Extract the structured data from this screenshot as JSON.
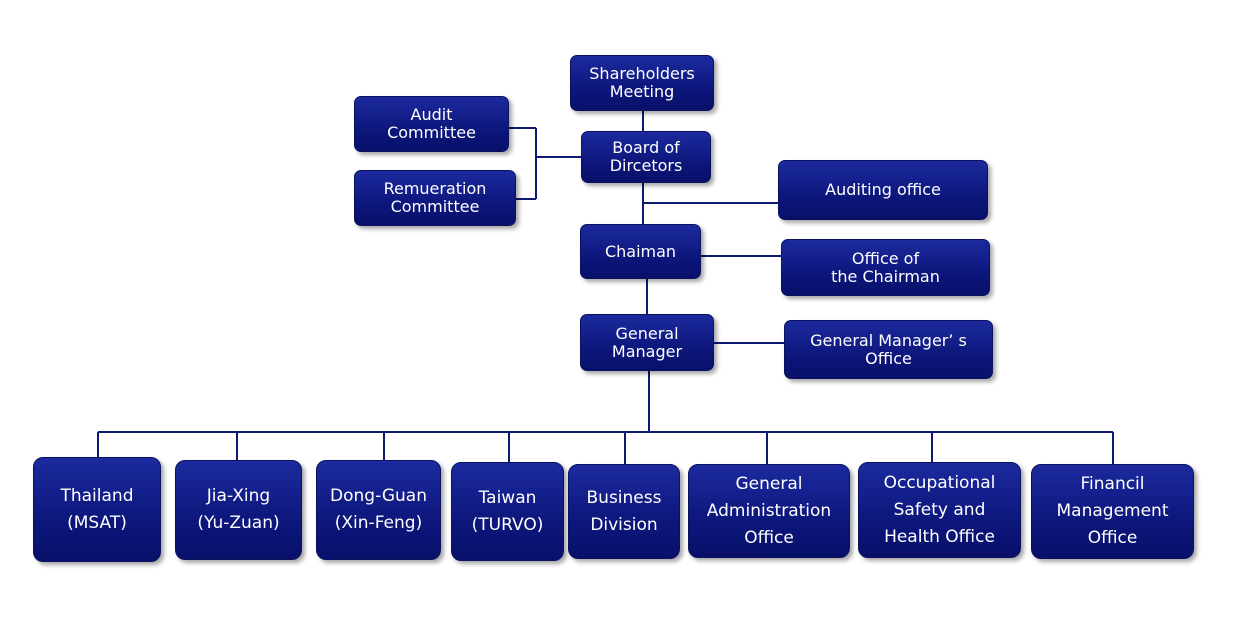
{
  "nodes": {
    "shareholders": [
      "Shareholders",
      "Meeting"
    ],
    "audit_committee": [
      "Audit",
      "Committee"
    ],
    "board": [
      "Board of",
      "Dircetors"
    ],
    "remuneration_committee": [
      "Remueration",
      "Committee"
    ],
    "auditing_office": [
      "Auditing office"
    ],
    "chairman": [
      "Chaiman"
    ],
    "office_of_chairman": [
      "Office of",
      "the Chairman"
    ],
    "general_manager": [
      "General",
      "Manager"
    ],
    "gm_office": [
      "General Manager’ s",
      "Office"
    ],
    "thailand": [
      "Thailand",
      "(MSAT)"
    ],
    "jiaxing": [
      "Jia-Xing",
      "(Yu-Zuan)"
    ],
    "dongguan": [
      "Dong-Guan",
      "(Xin-Feng)"
    ],
    "taiwan": [
      "Taiwan",
      "(TURVO)"
    ],
    "business": [
      "Business",
      "Division"
    ],
    "gen_admin": [
      "General",
      "Administration",
      "Office"
    ],
    "safety": [
      "Occupational",
      "Safety and",
      "Health Office"
    ],
    "financial": [
      "Financil",
      "Management",
      "Office"
    ]
  },
  "colors": {
    "box": "#0d177c",
    "line": "#0d1a73"
  }
}
